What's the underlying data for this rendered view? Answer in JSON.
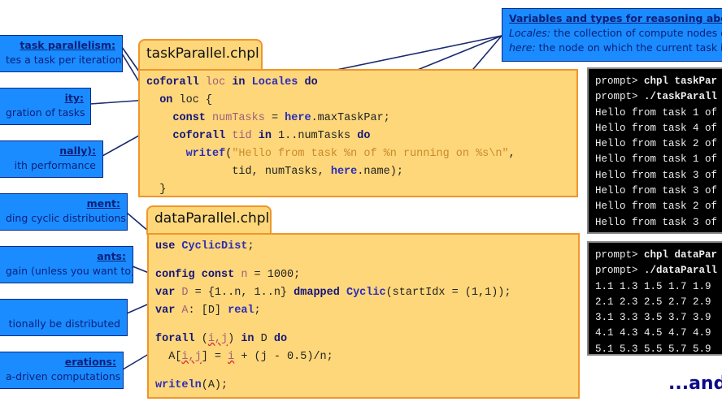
{
  "callouts": [
    {
      "heading": "task parallelism:",
      "body": "tes a task per iteration"
    },
    {
      "heading": "ity:",
      "body": "gration of tasks"
    },
    {
      "heading": "nally):",
      "body": "ith performance"
    },
    {
      "heading": "ment:",
      "body": "ding cyclic distributions"
    },
    {
      "heading": "ants:",
      "body": "gain (unless you want to)"
    },
    {
      "heading": "",
      "body": "tionally be distributed"
    },
    {
      "heading": "erations:",
      "body": "a-driven computations"
    }
  ],
  "top_callout": {
    "heading": "Variables and types for reasoning about s",
    "line1_term": "Locales:",
    "line1": " the collection of compute nodes c",
    "line2_term": "here:",
    "line2": " the node on which the current task i"
  },
  "task_file": {
    "title": "taskParallel.chpl",
    "lines": [
      [
        [
          "coforall",
          "k"
        ],
        [
          " loc ",
          "v"
        ],
        [
          "in",
          "k"
        ],
        [
          " ",
          "p"
        ],
        [
          "Locales",
          "t"
        ],
        [
          " ",
          "p"
        ],
        [
          "do",
          "k"
        ]
      ],
      [
        [
          "  ",
          "p"
        ],
        [
          "on",
          "k"
        ],
        [
          " loc {",
          "p"
        ]
      ],
      [
        [
          "    ",
          "p"
        ],
        [
          "const",
          "k"
        ],
        [
          " numTasks",
          "v"
        ],
        [
          " = ",
          "p"
        ],
        [
          "here",
          "t"
        ],
        [
          ".maxTaskPar;",
          "p"
        ]
      ],
      [
        [
          "    ",
          "p"
        ],
        [
          "coforall",
          "k"
        ],
        [
          " tid ",
          "v"
        ],
        [
          "in",
          "k"
        ],
        [
          " 1..numTasks ",
          "p"
        ],
        [
          "do",
          "k"
        ]
      ],
      [
        [
          "      ",
          "p"
        ],
        [
          "writef",
          "t"
        ],
        [
          "(",
          "p"
        ],
        [
          "\"Hello from task %n of %n running on %s\\n\"",
          "s"
        ],
        [
          ",",
          "p"
        ]
      ],
      [
        [
          "             tid, numTasks, ",
          "p"
        ],
        [
          "here",
          "t"
        ],
        [
          ".name);",
          "p"
        ]
      ],
      [
        [
          "  }",
          "p"
        ]
      ]
    ]
  },
  "data_file": {
    "title": "dataParallel.chpl",
    "lines": [
      [
        [
          "use",
          "k"
        ],
        [
          " ",
          "p"
        ],
        [
          "CyclicDist",
          "t"
        ],
        [
          ";",
          "p"
        ]
      ],
      [],
      [
        [
          "config",
          "k"
        ],
        [
          " ",
          "p"
        ],
        [
          "const",
          "k"
        ],
        [
          " n",
          "v"
        ],
        [
          " = 1000;",
          "p"
        ]
      ],
      [
        [
          "var",
          "k"
        ],
        [
          " D",
          "v"
        ],
        [
          " = {1..n, 1..n} ",
          "p"
        ],
        [
          "dmapped",
          "k"
        ],
        [
          " ",
          "p"
        ],
        [
          "Cyclic",
          "t"
        ],
        [
          "(startIdx = (1,1));",
          "p"
        ]
      ],
      [
        [
          "var",
          "k"
        ],
        [
          " A",
          "v"
        ],
        [
          ": [D] ",
          "p"
        ],
        [
          "real",
          "t"
        ],
        [
          ";",
          "p"
        ]
      ],
      [],
      [
        [
          "forall",
          "k"
        ],
        [
          " (",
          "p"
        ],
        [
          "i,j",
          "u"
        ],
        [
          ") ",
          "p"
        ],
        [
          "in",
          "k"
        ],
        [
          " D ",
          "p"
        ],
        [
          "do",
          "k"
        ]
      ],
      [
        [
          "  A[",
          "p"
        ],
        [
          "i,j",
          "u"
        ],
        [
          "] = ",
          "p"
        ],
        [
          "i",
          "u"
        ],
        [
          " + (j - 0.5)/n;",
          "p"
        ]
      ],
      [],
      [
        [
          "writeln",
          "t"
        ],
        [
          "(A);",
          "p"
        ]
      ]
    ]
  },
  "terminal_task": [
    {
      "prompt": "prompt> ",
      "cmd": "chpl taskPar"
    },
    {
      "prompt": "prompt> ",
      "cmd": "./taskParall"
    },
    {
      "prompt": "Hello from task 1 of",
      "cmd": ""
    },
    {
      "prompt": "Hello from task 4 of",
      "cmd": ""
    },
    {
      "prompt": "Hello from task 2 of",
      "cmd": ""
    },
    {
      "prompt": "Hello from task 1 of",
      "cmd": ""
    },
    {
      "prompt": "Hello from task 3 of",
      "cmd": ""
    },
    {
      "prompt": "Hello from task 3 of",
      "cmd": ""
    },
    {
      "prompt": "Hello from task 2 of",
      "cmd": ""
    },
    {
      "prompt": "Hello from task 3 of",
      "cmd": ""
    }
  ],
  "terminal_data": [
    {
      "prompt": "prompt> ",
      "cmd": "chpl dataPar"
    },
    {
      "prompt": "prompt> ",
      "cmd": "./dataParall"
    },
    {
      "prompt": "1.1 1.3 1.5 1.7 1.9",
      "cmd": ""
    },
    {
      "prompt": "2.1 2.3 2.5 2.7 2.9",
      "cmd": ""
    },
    {
      "prompt": "3.1 3.3 3.5 3.7 3.9",
      "cmd": ""
    },
    {
      "prompt": "4.1 4.3 4.5 4.7 4.9",
      "cmd": ""
    },
    {
      "prompt": "5.1 5.3 5.5 5.7 5.9",
      "cmd": ""
    }
  ],
  "footer": "...and",
  "colors": {
    "callout_bg": "#1a8cff",
    "callout_text": "#0b1f7a",
    "code_bg": "#fdd77a",
    "code_border": "#f0962a",
    "terminal_bg": "#000000"
  }
}
